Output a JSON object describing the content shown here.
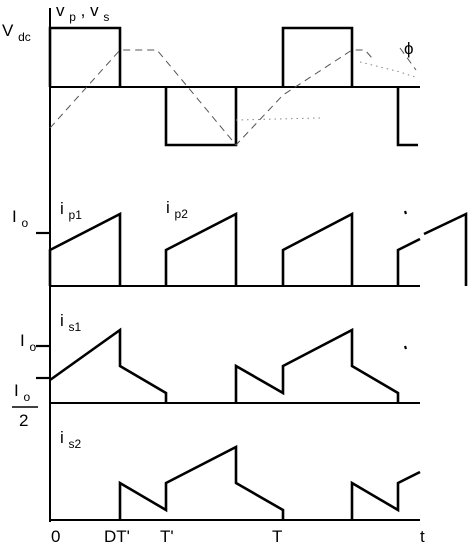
{
  "labels": {
    "vdc_main": "V",
    "vdc_sub": "dc",
    "vpvs_v1": "v",
    "vpvs_p": "p",
    "vpvs_sep": ", v",
    "vpvs_s": "s",
    "phi": "ϕ",
    "io_main": "I",
    "io_sub": "o",
    "ip1_main": "i",
    "ip1_sub": "p1",
    "ip2_main": "i",
    "ip2_sub": "p2",
    "io2_main": "I",
    "io2_sub": "o",
    "is1_main": "i",
    "is1_sub": "s1",
    "frac_top_main": "I",
    "frac_top_sub": "o",
    "frac_den": "2",
    "is2_main": "i",
    "is2_sub": "s2"
  },
  "time_axis": {
    "ticks": [
      "0",
      "DT'",
      "T'",
      "T",
      "t"
    ]
  },
  "colors": {
    "ink": "#000000",
    "dashed": "#555555",
    "dotted": "#888888",
    "background": "#ffffff"
  }
}
